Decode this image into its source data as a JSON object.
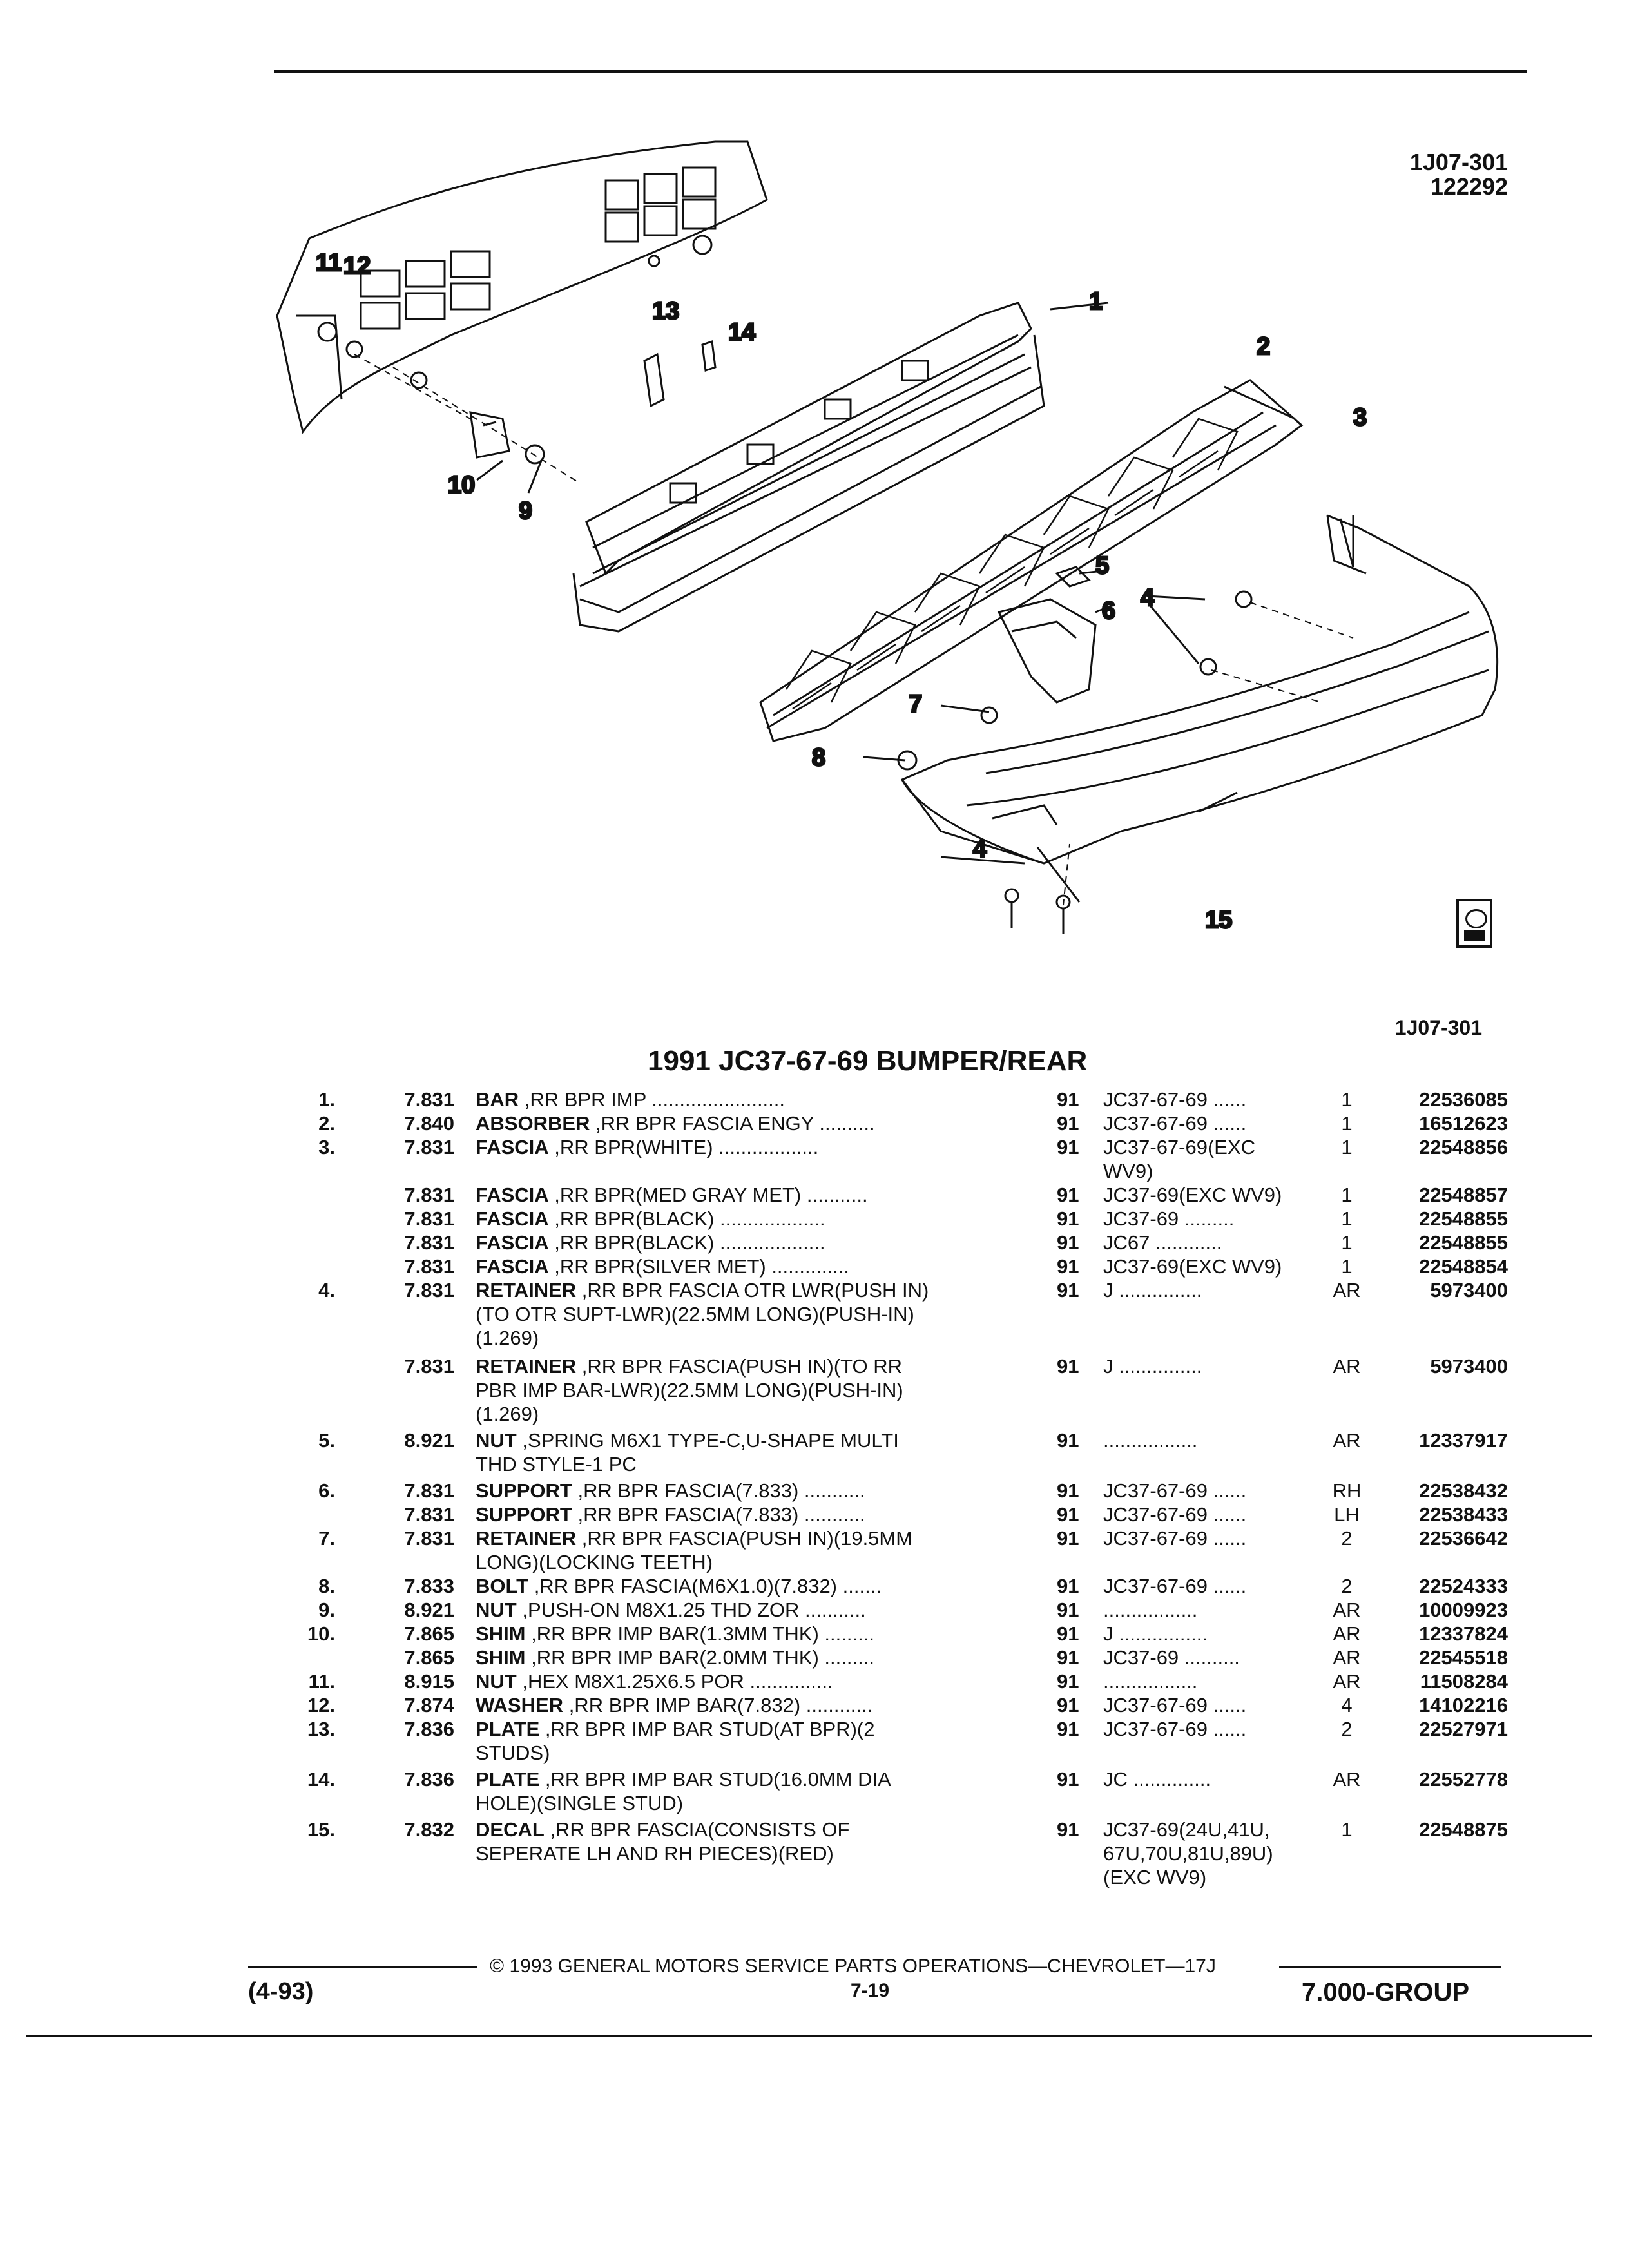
{
  "header": {
    "code": "1J07-301",
    "date_code": "122292",
    "code_repeat": "1J07-301"
  },
  "title": "1991 JC37-67-69 BUMPER/REAR",
  "callouts": [
    "1",
    "2",
    "3",
    "4",
    "4",
    "5",
    "6",
    "7",
    "8",
    "9",
    "10",
    "11",
    "12",
    "13",
    "14",
    "15"
  ],
  "rows": [
    {
      "num": "1.",
      "group": "7.831",
      "name": "BAR",
      "desc": " ,RR BPR IMP ........................",
      "year": "91",
      "model": "JC37-67-69 ......",
      "qty": "1",
      "part": "22536085"
    },
    {
      "num": "2.",
      "group": "7.840",
      "name": "ABSORBER",
      "desc": " ,RR BPR FASCIA ENGY ..........",
      "year": "91",
      "model": "JC37-67-69 ......",
      "qty": "1",
      "part": "16512623"
    },
    {
      "num": "3.",
      "group": "7.831",
      "name": "FASCIA",
      "desc": " ,RR BPR(WHITE) ..................",
      "year": "91",
      "model": "JC37-67-69(EXC",
      "qty": "1",
      "part": "22548856"
    },
    {
      "num": "",
      "group": "",
      "name": "",
      "desc": "",
      "year": "",
      "model": "WV9)",
      "qty": "",
      "part": ""
    },
    {
      "num": "",
      "group": "7.831",
      "name": "FASCIA",
      "desc": " ,RR BPR(MED GRAY MET) ...........",
      "year": "91",
      "model": "JC37-69(EXC WV9)",
      "qty": "1",
      "part": "22548857"
    },
    {
      "num": "",
      "group": "7.831",
      "name": "FASCIA",
      "desc": " ,RR BPR(BLACK) ...................",
      "year": "91",
      "model": "JC37-69 .........",
      "qty": "1",
      "part": "22548855"
    },
    {
      "num": "",
      "group": "7.831",
      "name": "FASCIA",
      "desc": " ,RR BPR(BLACK) ...................",
      "year": "91",
      "model": "JC67 ............",
      "qty": "1",
      "part": "22548855"
    },
    {
      "num": "",
      "group": "7.831",
      "name": "FASCIA",
      "desc": " ,RR BPR(SILVER MET) ..............",
      "year": "91",
      "model": "JC37-69(EXC WV9)",
      "qty": "1",
      "part": "22548854"
    },
    {
      "num": "4.",
      "group": "7.831",
      "name": "RETAINER",
      "desc": " ,RR BPR FASCIA OTR LWR(PUSH IN)",
      "year": "91",
      "model": "J ...............",
      "qty": "AR",
      "part": "5973400"
    },
    {
      "num": "",
      "group": "",
      "name": "",
      "desc": "(TO OTR SUPT-LWR)(22.5MM LONG)(PUSH-IN)",
      "year": "",
      "model": "",
      "qty": "",
      "part": ""
    },
    {
      "num": "",
      "group": "",
      "name": "",
      "desc": "(1.269)",
      "year": "",
      "model": "",
      "qty": "",
      "part": ""
    },
    {
      "num": "",
      "group": "7.831",
      "name": "RETAINER",
      "desc": " ,RR BPR FASCIA(PUSH IN)(TO RR",
      "year": "91",
      "model": "J ...............",
      "qty": "AR",
      "part": "5973400"
    },
    {
      "num": "",
      "group": "",
      "name": "",
      "desc": "PBR IMP BAR-LWR)(22.5MM LONG)(PUSH-IN)",
      "year": "",
      "model": "",
      "qty": "",
      "part": ""
    },
    {
      "num": "",
      "group": "",
      "name": "",
      "desc": "(1.269)",
      "year": "",
      "model": "",
      "qty": "",
      "part": ""
    },
    {
      "num": "5.",
      "group": "8.921",
      "name": "NUT",
      "desc": " ,SPRING M6X1 TYPE-C,U-SHAPE MULTI",
      "year": "91",
      "model": " .................",
      "qty": "AR",
      "part": "12337917"
    },
    {
      "num": "",
      "group": "",
      "name": "",
      "desc": "THD STYLE-1 PC",
      "year": "",
      "model": "",
      "qty": "",
      "part": ""
    },
    {
      "num": "6.",
      "group": "7.831",
      "name": "SUPPORT",
      "desc": " ,RR BPR FASCIA(7.833) ...........",
      "year": "91",
      "model": "JC37-67-69 ......",
      "qty": "RH",
      "part": "22538432"
    },
    {
      "num": "",
      "group": "7.831",
      "name": "SUPPORT",
      "desc": " ,RR BPR FASCIA(7.833) ...........",
      "year": "91",
      "model": "JC37-67-69 ......",
      "qty": "LH",
      "part": "22538433"
    },
    {
      "num": "7.",
      "group": "7.831",
      "name": "RETAINER",
      "desc": " ,RR BPR FASCIA(PUSH IN)(19.5MM",
      "year": "91",
      "model": "JC37-67-69 ......",
      "qty": "2",
      "part": "22536642"
    },
    {
      "num": "",
      "group": "",
      "name": "",
      "desc": "LONG)(LOCKING TEETH)",
      "year": "",
      "model": "",
      "qty": "",
      "part": ""
    },
    {
      "num": "8.",
      "group": "7.833",
      "name": "BOLT",
      "desc": " ,RR BPR FASCIA(M6X1.0)(7.832) .......",
      "year": "91",
      "model": "JC37-67-69 ......",
      "qty": "2",
      "part": "22524333"
    },
    {
      "num": "9.",
      "group": "8.921",
      "name": "NUT",
      "desc": " ,PUSH-ON M8X1.25 THD ZOR ...........",
      "year": "91",
      "model": " .................",
      "qty": "AR",
      "part": "10009923"
    },
    {
      "num": "10.",
      "group": "7.865",
      "name": "SHIM",
      "desc": " ,RR BPR IMP BAR(1.3MM THK) .........",
      "year": "91",
      "model": "J ................",
      "qty": "AR",
      "part": "12337824"
    },
    {
      "num": "",
      "group": "7.865",
      "name": "SHIM",
      "desc": " ,RR BPR IMP BAR(2.0MM THK) .........",
      "year": "91",
      "model": "JC37-69 ..........",
      "qty": "AR",
      "part": "22545518"
    },
    {
      "num": "11.",
      "group": "8.915",
      "name": "NUT",
      "desc": " ,HEX M8X1.25X6.5 POR ...............",
      "year": "91",
      "model": " .................",
      "qty": "AR",
      "part": "11508284"
    },
    {
      "num": "12.",
      "group": "7.874",
      "name": "WASHER",
      "desc": " ,RR BPR IMP BAR(7.832) ............",
      "year": "91",
      "model": "JC37-67-69 ......",
      "qty": "4",
      "part": "14102216"
    },
    {
      "num": "13.",
      "group": "7.836",
      "name": "PLATE",
      "desc": " ,RR BPR IMP BAR STUD(AT BPR)(2",
      "year": "91",
      "model": "JC37-67-69 ......",
      "qty": "2",
      "part": "22527971"
    },
    {
      "num": "",
      "group": "",
      "name": "",
      "desc": "STUDS)",
      "year": "",
      "model": "",
      "qty": "",
      "part": ""
    },
    {
      "num": "14.",
      "group": "7.836",
      "name": "PLATE",
      "desc": " ,RR BPR IMP BAR STUD(16.0MM DIA",
      "year": "91",
      "model": "JC ..............",
      "qty": "AR",
      "part": "22552778"
    },
    {
      "num": "",
      "group": "",
      "name": "",
      "desc": "HOLE)(SINGLE STUD)",
      "year": "",
      "model": "",
      "qty": "",
      "part": ""
    },
    {
      "num": "15.",
      "group": "7.832",
      "name": "DECAL",
      "desc": " ,RR BPR FASCIA(CONSISTS OF",
      "year": "91",
      "model": "JC37-69(24U,41U,",
      "qty": "1",
      "part": "22548875"
    },
    {
      "num": "",
      "group": "",
      "name": "",
      "desc": "SEPERATE LH AND RH PIECES)(RED)",
      "year": "",
      "model": "67U,70U,81U,89U)",
      "qty": "",
      "part": ""
    },
    {
      "num": "",
      "group": "",
      "name": "",
      "desc": "",
      "year": "",
      "model": "(EXC WV9)",
      "qty": "",
      "part": ""
    }
  ],
  "footer": {
    "copyright": "© 1993 GENERAL MOTORS SERVICE PARTS OPERATIONS—CHEVROLET—17J",
    "date": "(4-93)",
    "page": "7-19",
    "group": "7.000-GROUP"
  }
}
